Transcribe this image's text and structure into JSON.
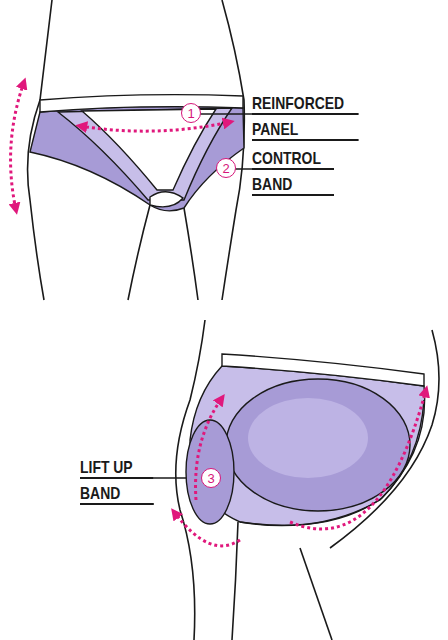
{
  "diagram": {
    "nodes": [
      {
        "text": [
          "1"
        ]
      },
      {
        "text": [
          "2"
        ]
      },
      {
        "text": [
          "3"
        ]
      }
    ],
    "labels": [
      "REINFORCED PANEL",
      "CONTROL BAND",
      "LIFT UP BAND"
    ]
  }
}
